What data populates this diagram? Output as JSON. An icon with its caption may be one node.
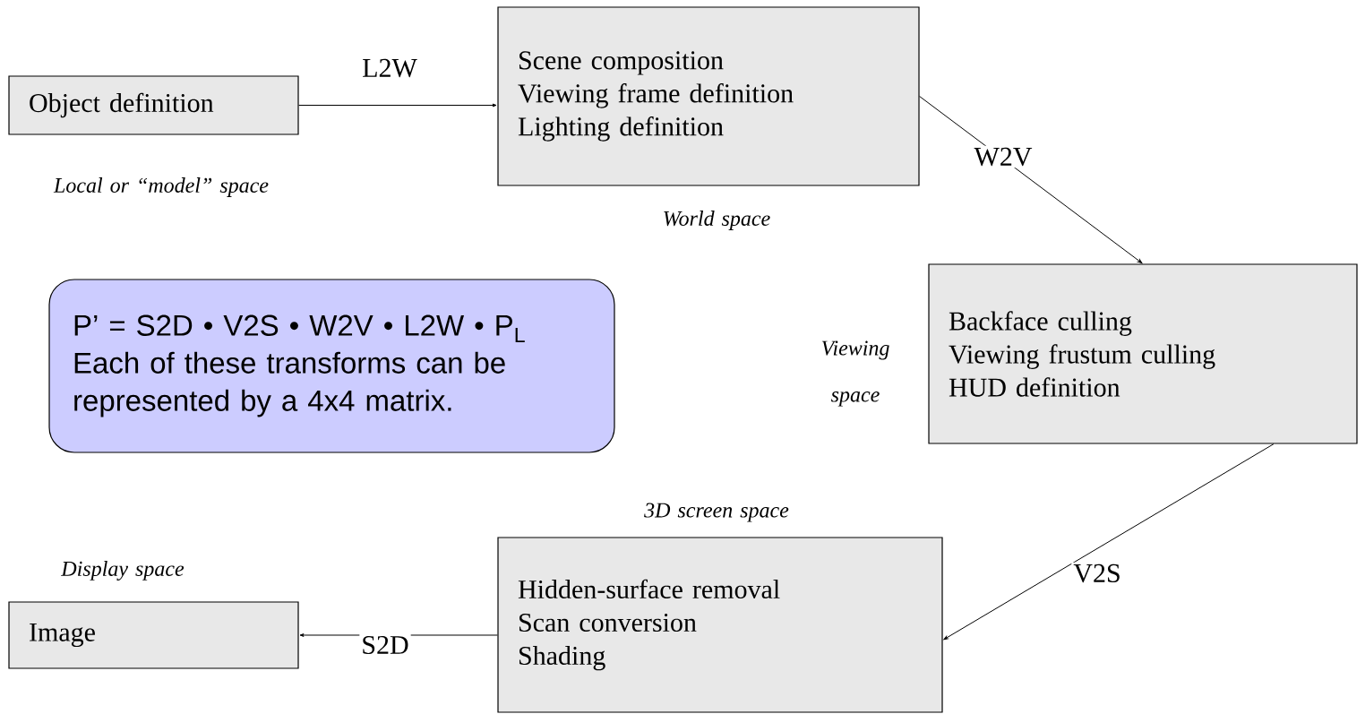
{
  "diagram": {
    "nodes": [
      {
        "text": [
          "Object definition"
        ],
        "beside": [
          "Local or “model” space"
        ]
      },
      {
        "text": [
          "Scene composition",
          "Viewing frame definition",
          "Lighting definition"
        ],
        "beside": [
          "World space"
        ]
      },
      {
        "text": [
          "Backface culling",
          "Viewing frustum culling",
          "HUD definition"
        ],
        "beside": [
          "Viewing space"
        ]
      },
      {
        "text": [
          "Hidden-surface removal",
          "Scan conversion",
          "Shading"
        ],
        "beside": [
          "3D screen space"
        ]
      },
      {
        "text": [
          "Image"
        ],
        "beside": [
          "Display space"
        ]
      },
      {
        "text": [
          "P’ = S2D • V2S • W2V • L2W • P$_{L}$",
          "Each of these transforms can be represented by a 4x4 matrix."
        ]
      }
    ],
    "edges": [
      {
        "from": 0,
        "to": 1,
        "arrow": "to",
        "label": "L2W"
      },
      {
        "from": 1,
        "to": 2,
        "arrow": "to",
        "label": "W2V"
      },
      {
        "from": 2,
        "to": 3,
        "arrow": "to",
        "label": "V2S"
      },
      {
        "from": 3,
        "to": 4,
        "arrow": "to",
        "label": "S2D"
      }
    ]
  }
}
